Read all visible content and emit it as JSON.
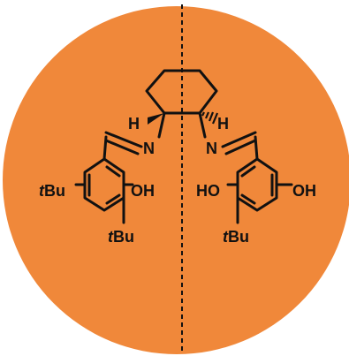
{
  "colors": {
    "background": "#ffffff",
    "disc": "#f0883a",
    "ink": "#111111",
    "highlight": "#62cc3a"
  },
  "labels": {
    "h_left": "H",
    "h_right": "H",
    "n_left": "N",
    "n_right": "N",
    "oh_left": "OH",
    "ho_right": "HO",
    "oh_green": "OH",
    "tbu_prefix": "t",
    "tbu_suffix": "Bu"
  }
}
